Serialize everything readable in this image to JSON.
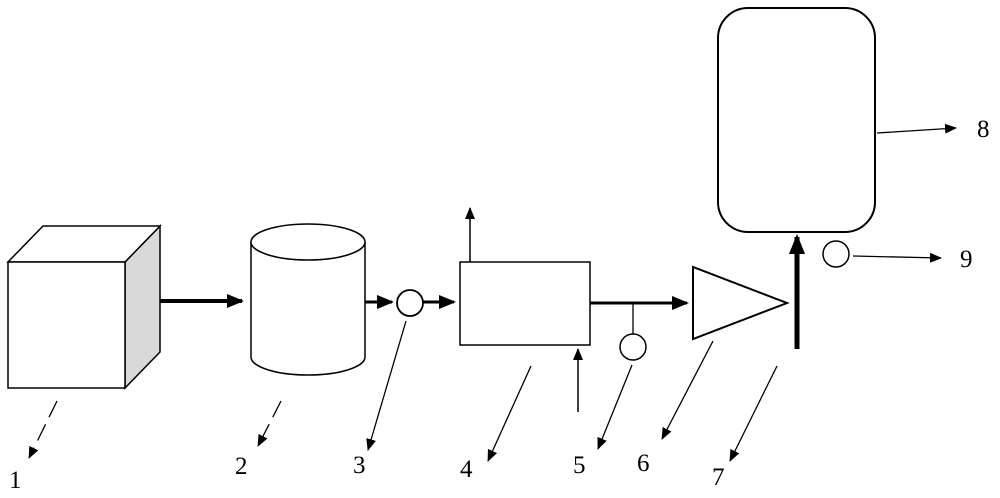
{
  "figure": {
    "type": "process-flow-schematic",
    "colors": {
      "background": "#ffffff",
      "line": "#000000",
      "shape_fill": "#ffffff",
      "cube_side_shade": "#d9d9d9"
    },
    "labels": {
      "item1": "1",
      "item2": "2",
      "item3": "3",
      "item4": "4",
      "item5": "5",
      "item6": "6",
      "item7": "7",
      "item8": "8",
      "item9": "9"
    }
  }
}
